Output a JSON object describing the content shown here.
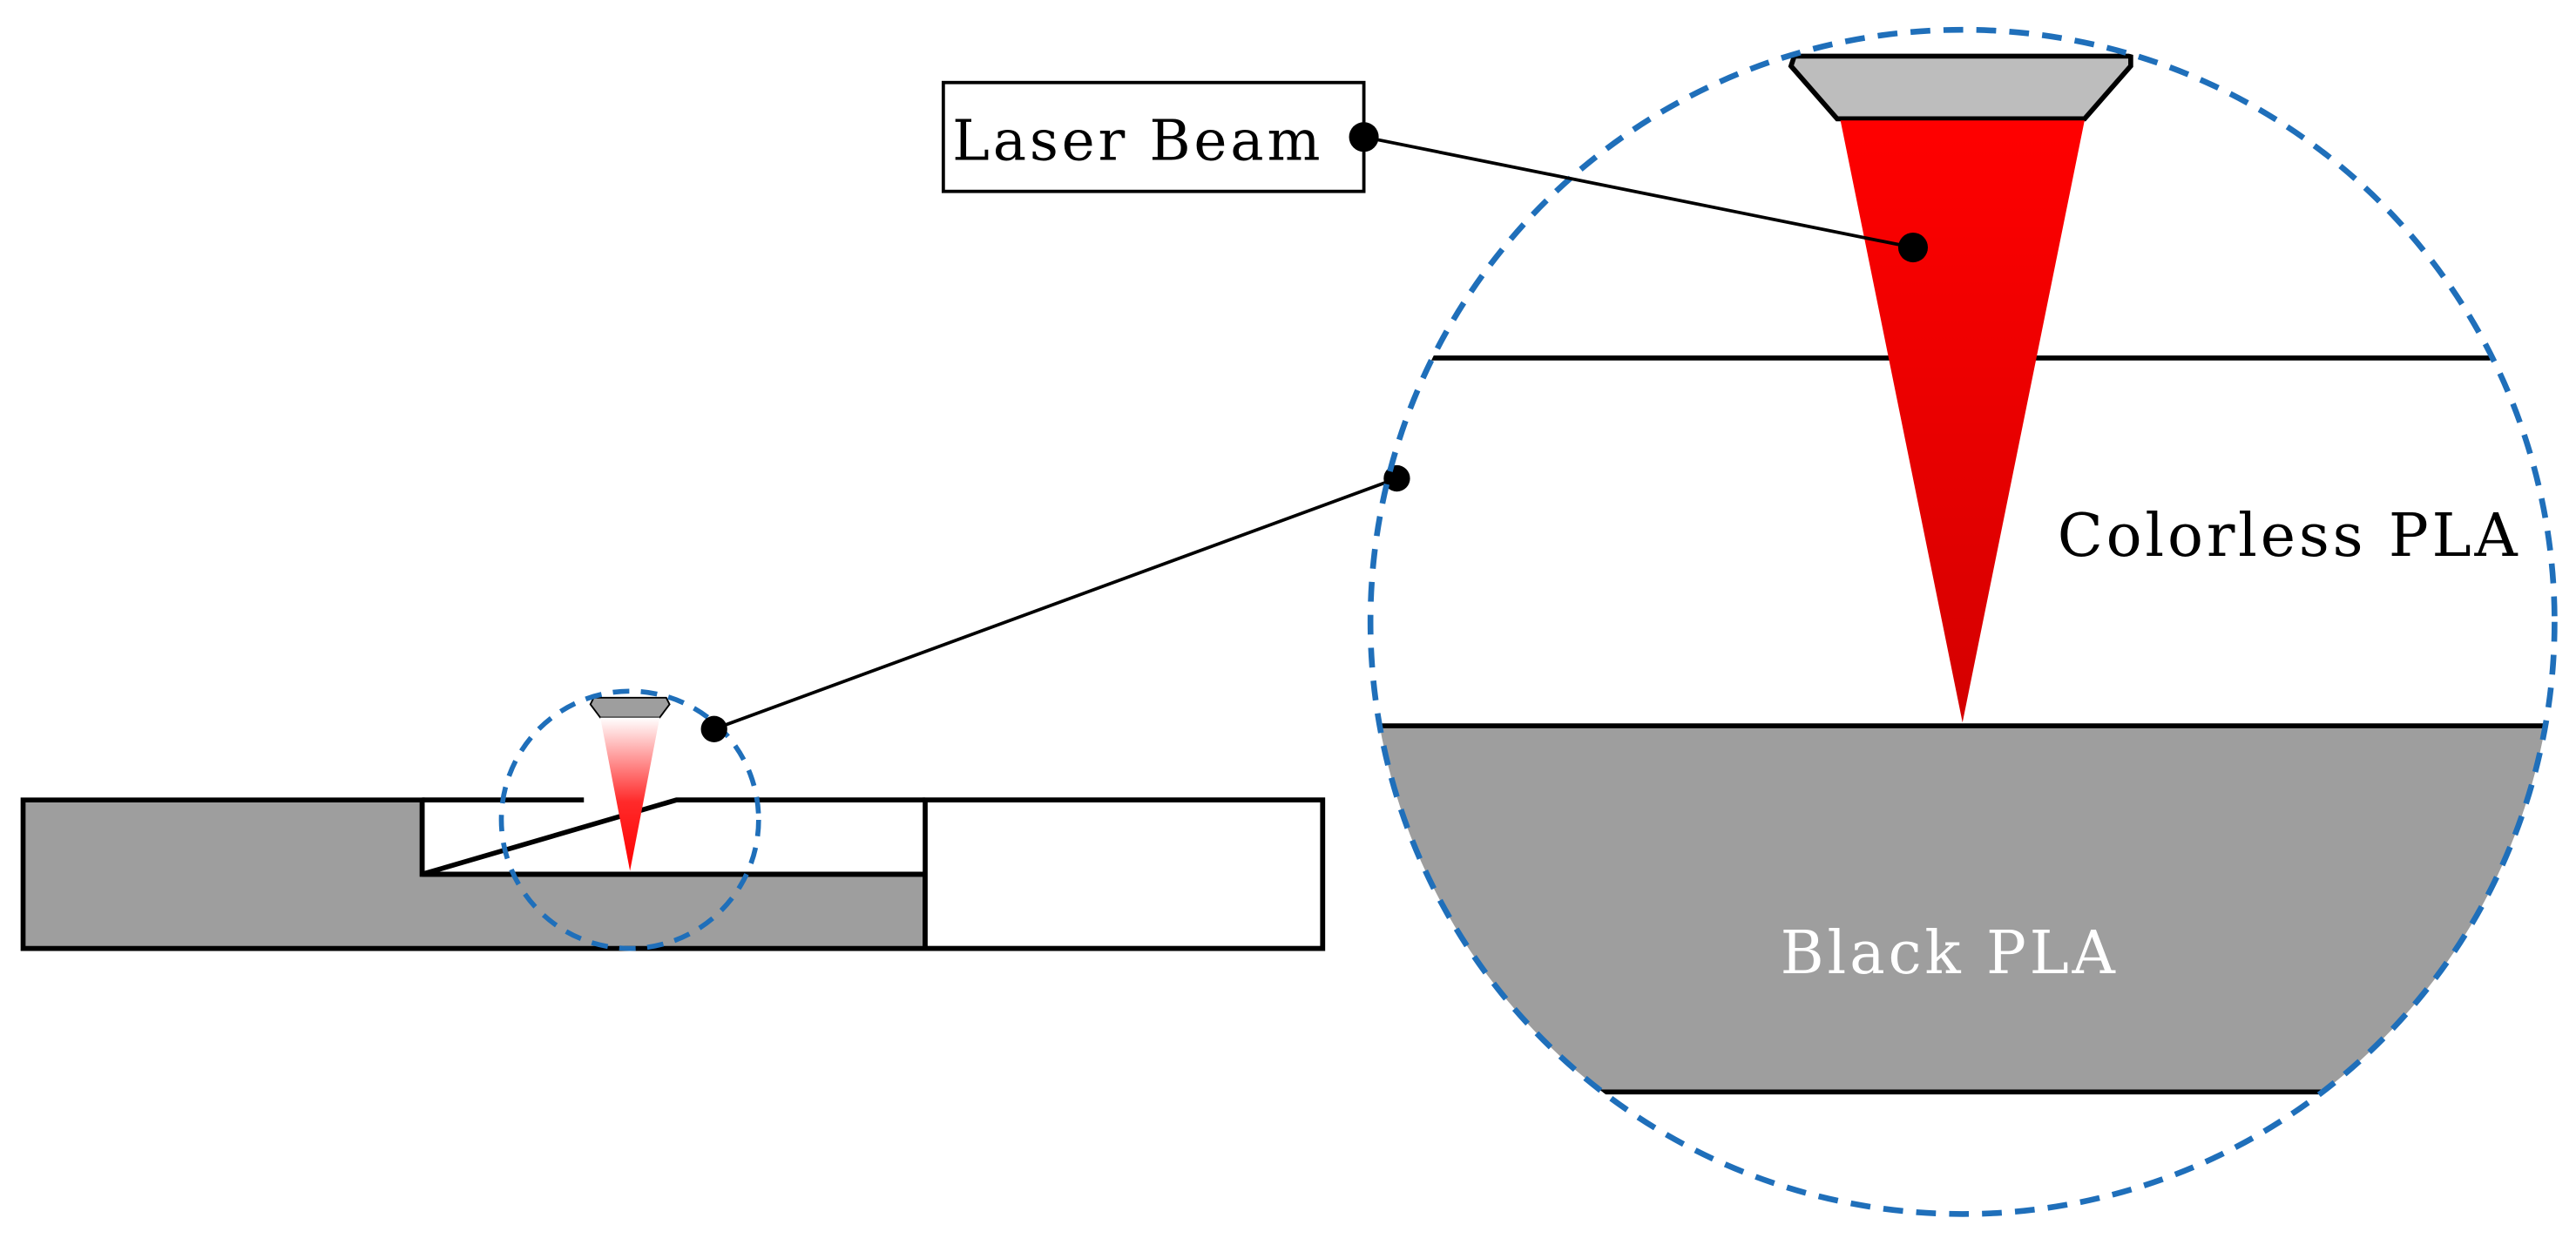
{
  "labels": {
    "laser_beam": "Laser Beam",
    "colorless_pla": "Colorless PLA",
    "black_pla": "Black PLA"
  },
  "colors": {
    "laser": "#ff0000",
    "laser_dark": "#d40000",
    "black_pla": "#9e9e9e",
    "nozzle": "#bdbdbd",
    "callout_dash": "#1f6fba",
    "outline": "#000000",
    "background": "#ffffff"
  },
  "icons": {
    "callout_circle": "dashed-circle",
    "nozzle": "laser-head",
    "beam": "laser-cone"
  }
}
